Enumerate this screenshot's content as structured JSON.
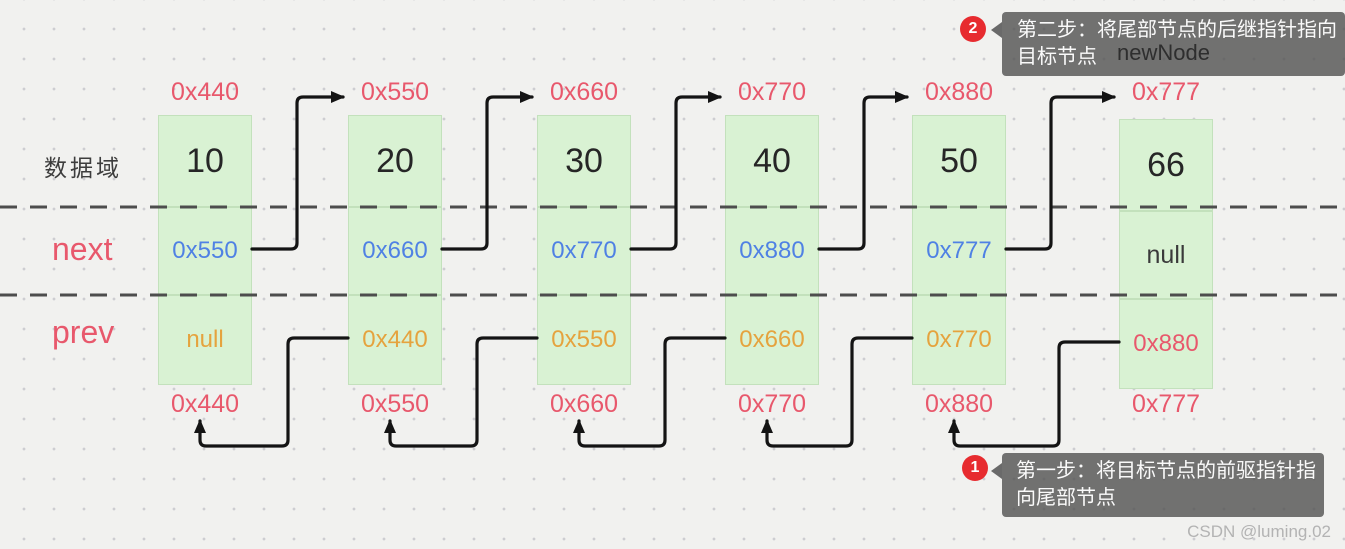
{
  "row_labels": {
    "data": "数据域",
    "next": "next",
    "prev": "prev"
  },
  "nodes": [
    {
      "addr_top": "0x440",
      "value": "10",
      "next": "0x550",
      "next_style": "ptr-blue",
      "prev": "null",
      "prev_style": "ptr-orange",
      "addr_bottom": "0x440"
    },
    {
      "addr_top": "0x550",
      "value": "20",
      "next": "0x660",
      "next_style": "ptr-blue",
      "prev": "0x440",
      "prev_style": "ptr-orange",
      "addr_bottom": "0x550"
    },
    {
      "addr_top": "0x660",
      "value": "30",
      "next": "0x770",
      "next_style": "ptr-blue",
      "prev": "0x550",
      "prev_style": "ptr-orange",
      "addr_bottom": "0x660"
    },
    {
      "addr_top": "0x770",
      "value": "40",
      "next": "0x880",
      "next_style": "ptr-blue",
      "prev": "0x660",
      "prev_style": "ptr-orange",
      "addr_bottom": "0x770"
    },
    {
      "addr_top": "0x880",
      "value": "50",
      "next": "0x777",
      "next_style": "ptr-blue",
      "prev": "0x770",
      "prev_style": "ptr-orange",
      "addr_bottom": "0x880"
    },
    {
      "addr_top": "0x777",
      "value": "66",
      "next": "null",
      "next_style": "ptr-dark",
      "prev": "0x880",
      "prev_style": "ptr-red",
      "addr_bottom": "0x777"
    }
  ],
  "new_node_label": "newNode",
  "annotations": [
    {
      "number": "1",
      "text": "第一步：将目标节点的前驱指针指向尾部节点"
    },
    {
      "number": "2",
      "text": "第二步：将尾部节点的后继指针指向目标节点"
    }
  ],
  "watermark": "CSDN @luming.02",
  "colors": {
    "background": "#f1f1ef",
    "node_fill": "#d9f2d3",
    "address_text": "#e8586c",
    "next_pointer_text": "#4f81e4",
    "prev_pointer_text": "#e5a33e",
    "highlighted_prev_text": "#e8586c",
    "row_label_pink": "#e8586c",
    "arrow": "#141414",
    "annotation_badge": "#e72b2f",
    "tooltip_background": "#545454"
  }
}
